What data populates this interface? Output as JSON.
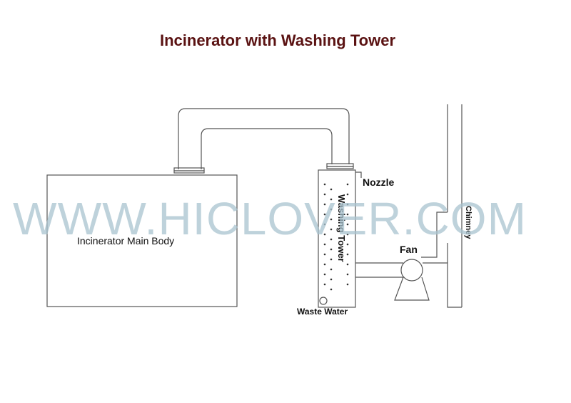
{
  "title": "Incinerator with Washing Tower",
  "labels": {
    "incinerator": "Incinerator Main Body",
    "washing_tower": "Washing Tower",
    "nozzle": "Nozzle",
    "fan": "Fan",
    "chimney": "Chimney",
    "waste_water": "Waste Water"
  },
  "watermark": "WWW.HICLOVER.COM",
  "colors": {
    "title": "#5a1212",
    "line": "#555555",
    "watermark": "#a9c3cf"
  }
}
